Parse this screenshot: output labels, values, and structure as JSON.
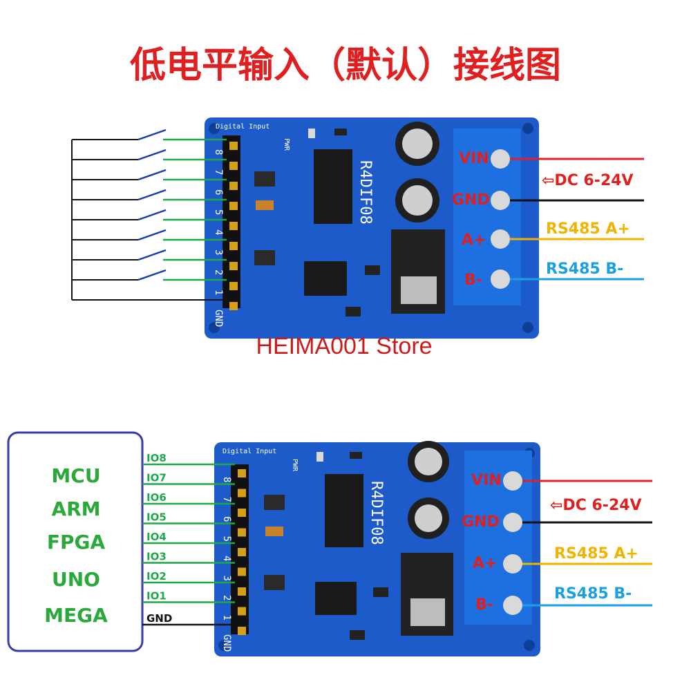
{
  "title": "低电平输入（默认）接线图",
  "watermark": "HEIMA001 Store",
  "board": {
    "name": "R4DIF08",
    "header_label": "Digital Input",
    "pwr_label": "PWR",
    "pin_labels": [
      "8",
      "7",
      "6",
      "5",
      "4",
      "3",
      "2",
      "1",
      "GND"
    ],
    "side_labels": [
      "VIN",
      "GND",
      "A+",
      "B-"
    ]
  },
  "terminals": {
    "vin": "VIN",
    "gnd": "GND",
    "a": "A+",
    "b": "B-"
  },
  "power_label": "⇦DC 6-24V",
  "rs485_a": "RS485 A+",
  "rs485_b": "RS485 B-",
  "mcu_list": [
    "MCU",
    "ARM",
    "FPGA",
    "UNO",
    "MEGA"
  ],
  "io_labels": [
    "IO8",
    "IO7",
    "IO6",
    "IO5",
    "IO4",
    "IO3",
    "IO2",
    "IO1"
  ],
  "gnd_label": "GND",
  "colors": {
    "title_red": "#e02020",
    "pcb_blue": "#1c5bc9",
    "terminal_blue": "#1e6fe0",
    "wire_green": "#1ea84a",
    "wire_red": "#e02030",
    "wire_yellow": "#f0b400",
    "wire_cyan": "#1aa0e0",
    "mcu_green": "#2aa83a",
    "mcu_frame": "#3a3aa8",
    "silk_white": "#ffffff"
  }
}
